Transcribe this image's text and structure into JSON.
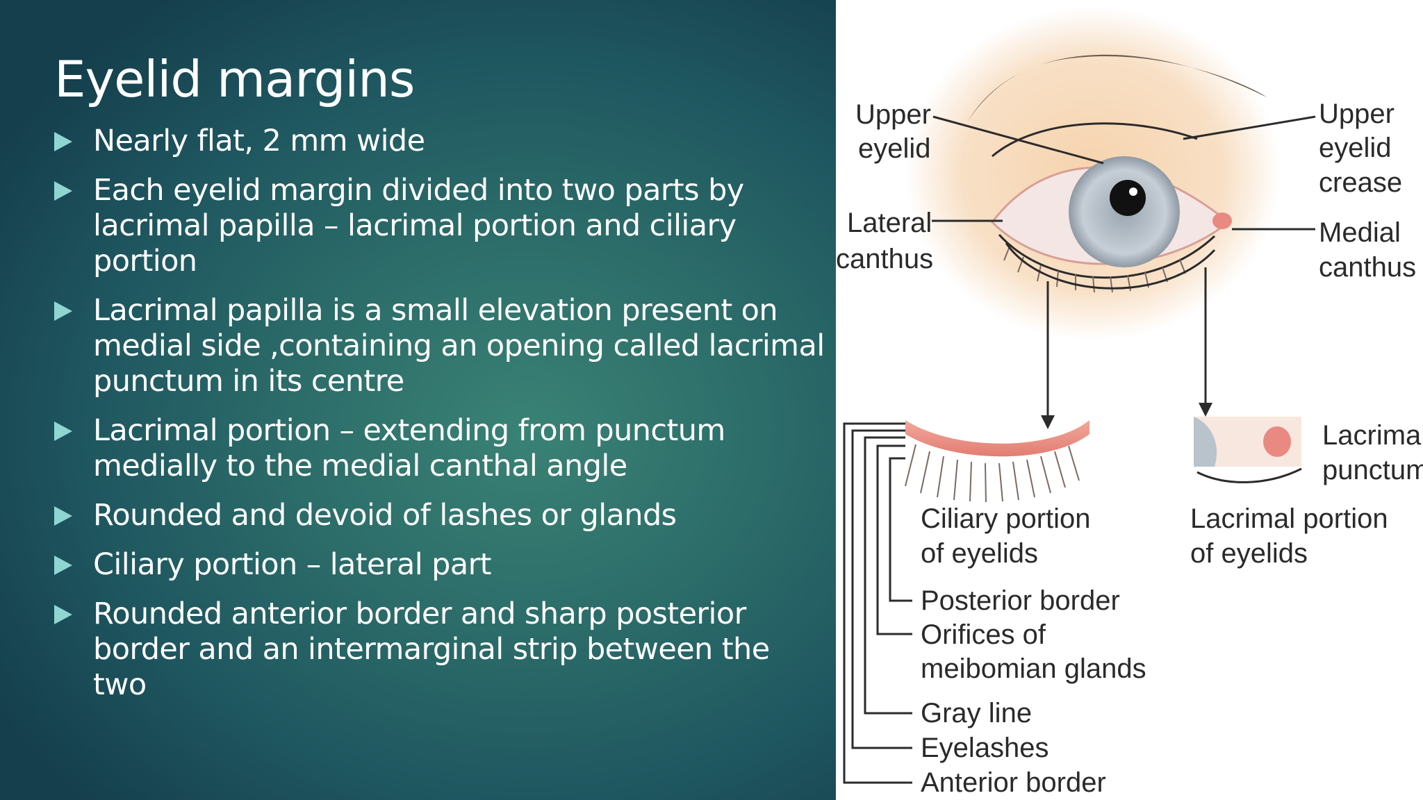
{
  "slide": {
    "title": "Eyelid margins",
    "bullets": [
      "Nearly flat, 2 mm wide",
      "Each eyelid margin divided into two parts by lacrimal papilla – lacrimal portion and ciliary portion",
      "Lacrimal papilla is a small elevation present on medial side ,containing an opening called lacrimal punctum in its centre",
      "Lacrimal portion – extending from punctum medially to the medial canthal angle",
      "Rounded and devoid of lashes or glands",
      "Ciliary portion – lateral part",
      "Rounded anterior border and sharp posterior border and an intermarginal strip between the two"
    ]
  },
  "diagram": {
    "labels": {
      "upper_eyelid_1": "Upper",
      "upper_eyelid_2": "eyelid",
      "lateral_canthus_1": "Lateral",
      "lateral_canthus_2": "canthus",
      "upper_eyelid_crease_1": "Upper",
      "upper_eyelid_crease_2": "eyelid",
      "upper_eyelid_crease_3": "crease",
      "medial_canthus_1": "Medial",
      "medial_canthus_2": "canthus",
      "lacrimal_punctum_1": "Lacrimal",
      "lacrimal_punctum_2": "punctum",
      "ciliary_portion_1": "Ciliary portion",
      "ciliary_portion_2": "of eyelids",
      "lacrimal_portion_1": "Lacrimal portion",
      "lacrimal_portion_2": "of eyelids",
      "posterior_border": "Posterior border",
      "orifices_1": "Orifices of",
      "orifices_2": "meibomian glands",
      "gray_line": "Gray line",
      "eyelashes": "Eyelashes",
      "anterior_border": "Anterior border"
    },
    "colors": {
      "skin": "#f2cfa8",
      "iris": "#b9c3cc",
      "lid_margin": "#e88c82"
    }
  },
  "theme": {
    "background_dark": "#153f4d",
    "background_light": "#3a8275",
    "bullet_color": "#8fd6d3"
  }
}
